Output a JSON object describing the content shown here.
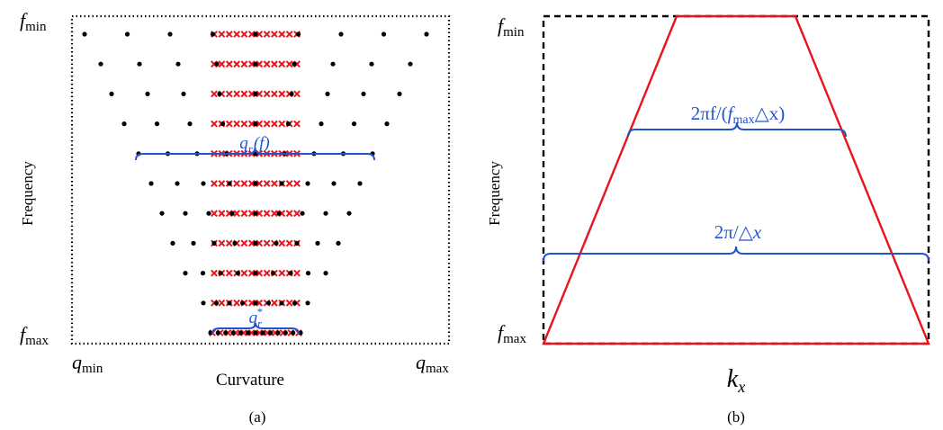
{
  "panel_a": {
    "label": "(a)",
    "ylabel": "Frequency",
    "xlabel": "Curvature",
    "f_min": {
      "base": "f",
      "sub": "min"
    },
    "f_max": {
      "base": "f",
      "sub": "max"
    },
    "q_min": {
      "base": "q",
      "sub": "min"
    },
    "q_max": {
      "base": "q",
      "sub": "max"
    },
    "brace_upper": {
      "base": "q",
      "sub": "r",
      "arg": "(f)"
    },
    "brace_lower": {
      "base": "q",
      "sub": "r",
      "sup": "*"
    },
    "dot_color": "#000000",
    "cross_color": "#e8141b",
    "brace_color": "#2255cc"
  },
  "panel_b": {
    "label": "(b)",
    "ylabel": "Frequency",
    "xlabel": {
      "base": "k",
      "sub": "x"
    },
    "f_min": {
      "base": "f",
      "sub": "min"
    },
    "f_max": {
      "base": "f",
      "sub": "max"
    },
    "brace_upper": {
      "pre": "2πf/(",
      "base": "f",
      "sub": "max",
      "post": "△x)"
    },
    "brace_lower": {
      "pre": "2π/△",
      "base": "x"
    },
    "trapezoid_color": "#e8141b",
    "brace_color": "#2255cc"
  }
}
